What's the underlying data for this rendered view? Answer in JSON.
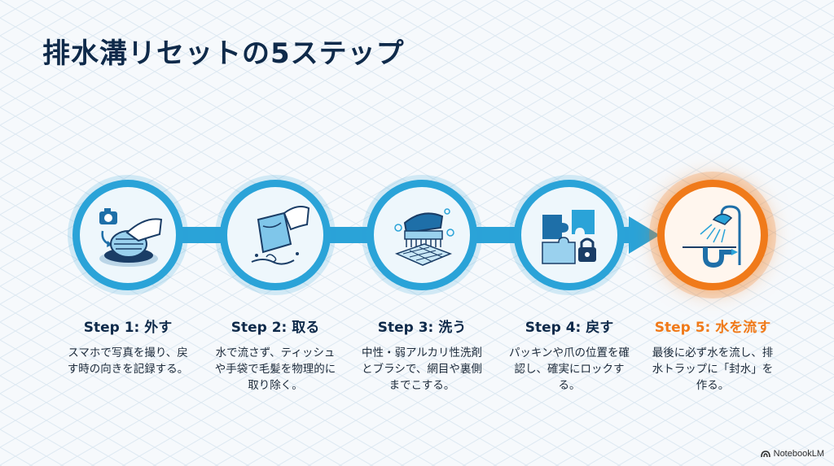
{
  "title": "排水溝リセットの5ステップ",
  "steps": [
    {
      "title": "Step 1: 外す",
      "description": "スマホで写真を撮り、戻す時の向きを記録する。",
      "icon": "camera-drain-cover-icon"
    },
    {
      "title": "Step 2: 取る",
      "description": "水で流さず、ティッシュや手袋で毛髪を物理的に取り除く。",
      "icon": "tissue-hand-icon"
    },
    {
      "title": "Step 3: 洗う",
      "description": "中性・弱アルカリ性洗剤とブラシで、網目や裏側までこする。",
      "icon": "scrub-brush-icon"
    },
    {
      "title": "Step 4: 戻す",
      "description": "パッキンや爪の位置を確認し、確実にロックする。",
      "icon": "puzzle-lock-icon"
    },
    {
      "title": "Step 5: 水を流す",
      "description": "最後に必ず水を流し、排水トラップに「封水」を作る。",
      "icon": "shower-trap-icon"
    }
  ],
  "active_step": 5,
  "colors": {
    "primary": "#2aa3d8",
    "active": "#f07a1a",
    "title": "#0f2a4a"
  },
  "brand": "NotebookLM"
}
